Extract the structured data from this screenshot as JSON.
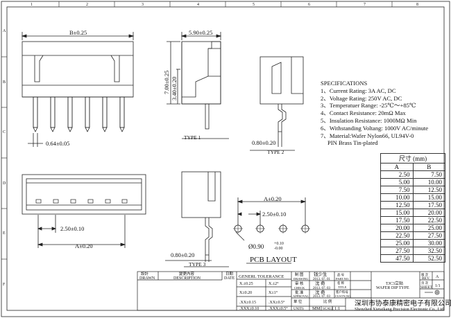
{
  "views": {
    "front_width": "B±0.25",
    "pin_width": "0.64±0.05",
    "side_width": "5.90±0.25",
    "side_height1": "7.00±0.25",
    "side_height2": "3.40±0.20",
    "type1_pitch": "0.80±0.20",
    "type1_label": "TYPE 1",
    "type2_label": "TYPE 2",
    "bottom_pitch": "2.50±0.10",
    "bottom_width": "A±0.20",
    "type3_pitch": "0.80±0.20",
    "type3_label": "TYPE 3"
  },
  "pcb": {
    "a_dim": "A±0.20",
    "pitch": "2.50±0.10",
    "hole_dia": "Ø0.90",
    "tol_plus": "+0.10",
    "tol_minus": "-0.00",
    "title": "PCB LAYOUT"
  },
  "specs": {
    "heading": "SPECIFICATIONS",
    "lines": [
      "1、Current Rating: 3A AC, DC",
      "2、Voltage Rating: 250V AC, DC",
      "3、Temperatuer Range: -25℃～+85℃",
      "4、Contact Resistance: 20mΩ Max",
      "5、Insulation Resistance: 1000MΩ Min",
      "6、Withstanding Voltang: 1000V AC/minute",
      "7、Material:Wafer Nylon66, UL94V-0",
      "   PIN Brass Tin-plated"
    ]
  },
  "dim_table": {
    "title": "尺寸 (mm)",
    "col_a": "A",
    "col_b": "B",
    "rows": [
      [
        "2.50",
        "7.50"
      ],
      [
        "5.00",
        "10.00"
      ],
      [
        "7.50",
        "12.50"
      ],
      [
        "10.00",
        "15.00"
      ],
      [
        "12.50",
        "17.50"
      ],
      [
        "15.00",
        "20.00"
      ],
      [
        "17.50",
        "22.50"
      ],
      [
        "20.00",
        "25.00"
      ],
      [
        "22.50",
        "27.50"
      ],
      [
        "25.00",
        "30.00"
      ],
      [
        "27.50",
        "32.50"
      ],
      [
        "47.50",
        "52.50"
      ]
    ]
  },
  "title_block": {
    "drawn_cn": "設計",
    "drawn": "DRAWN",
    "desc_cn": "變更內容",
    "desc": "DESCRIPTION",
    "date_cn": "日期",
    "date": "DATE",
    "gen_tol": "GENERL  TOLERANCE",
    "tol_rows": [
      [
        "X.±0.25",
        "X.±2°"
      ],
      [
        "X±0.20",
        "X±1°"
      ],
      [
        ".XX±0.15",
        ".XX±0.5°"
      ],
      [
        ".XXX±0.10",
        ".XXX±0.5°"
      ]
    ],
    "role_labels": [
      [
        "制 图",
        "DRAWING"
      ],
      [
        "审 核",
        "CHECK"
      ],
      [
        "批 准",
        "APPROVAL"
      ]
    ],
    "names": [
      "钱少生",
      "沈 奇",
      "沈 奇"
    ],
    "dates": [
      "2013. 07. 01",
      "2013. 07. 03",
      "2013. 07. 03"
    ],
    "units_cn": "单 位",
    "units": "UNITS",
    "units_val": "MM",
    "scale_cn": "比 例",
    "scale": "SCALE",
    "scale_val": "1:1",
    "part_cn": "品  号",
    "part": "PART.NO.",
    "title_cn": "名  称",
    "title": "TITLE",
    "cust_cn": "客户料号",
    "cust": "CUSTN.NO.",
    "title_val_cn": "TJC3立贴",
    "title_val": "WAFER DIP TYPE",
    "rev_cn": "版  次",
    "rev": "REV.",
    "rev_val": "A",
    "sheet_cn": "页  次",
    "sheet": "SHEET",
    "sheet_val": "1/1",
    "company_cn": "深圳市协泰康精密电子有限公司",
    "company_en": "Shenzhen Xietaikang Precision Electronic Co., Ltd"
  },
  "border": {
    "cols_top": [
      "1",
      "2",
      "3",
      "4",
      "5",
      "6",
      "7",
      "8"
    ],
    "rows_left": [
      "A",
      "B",
      "C",
      "D",
      "E",
      "F"
    ]
  }
}
